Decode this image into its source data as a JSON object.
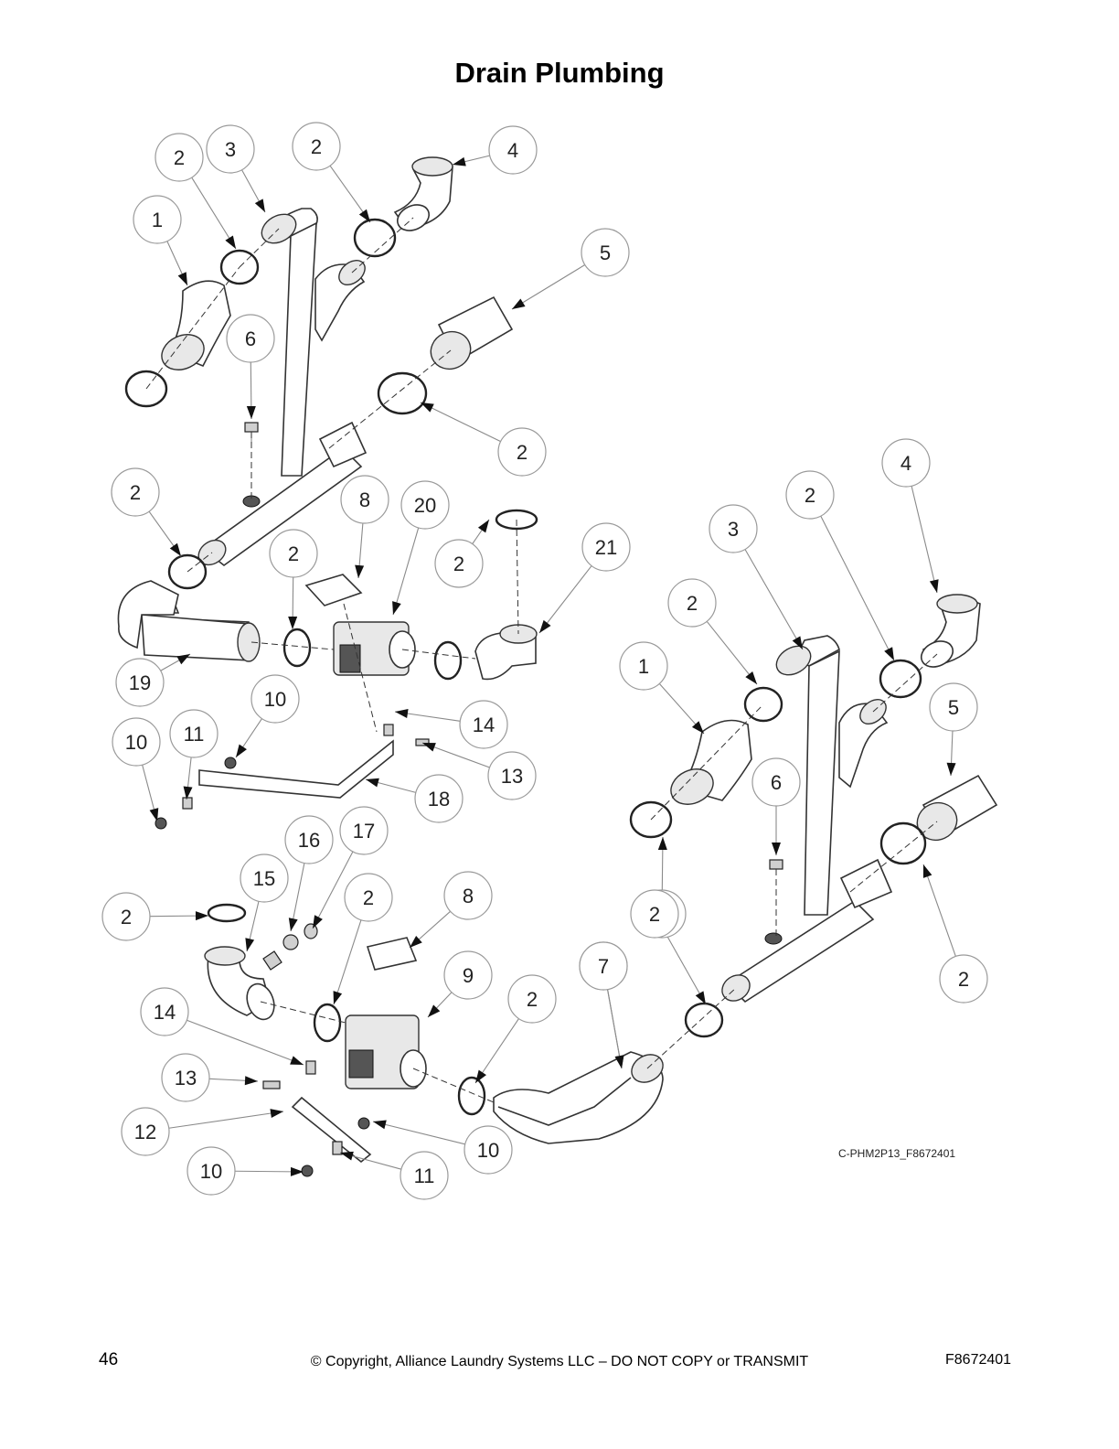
{
  "page": {
    "title": "Drain Plumbing",
    "drawing_id": "C-PHM2P13_F8672401",
    "page_number": "46",
    "copyright": "© Copyright, Alliance Laundry Systems LLC – DO NOT COPY or TRANSMIT",
    "document_number": "F8672401"
  },
  "callouts": [
    "1",
    "2",
    "3",
    "4",
    "5",
    "6",
    "7",
    "8",
    "9",
    "10",
    "11",
    "12",
    "13",
    "14",
    "15",
    "16",
    "17",
    "18",
    "19",
    "20",
    "21"
  ]
}
